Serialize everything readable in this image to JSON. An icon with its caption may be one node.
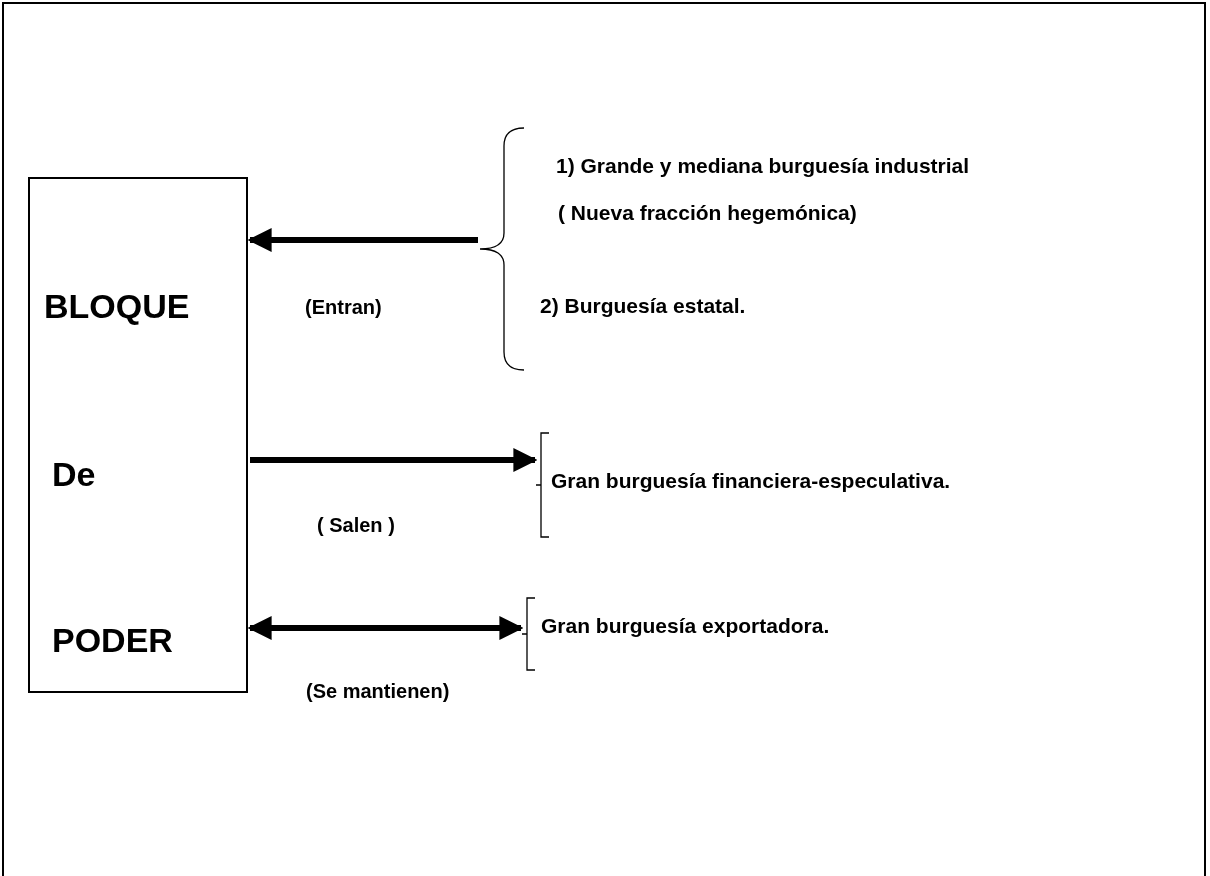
{
  "diagram": {
    "nodes": [
      {
        "text": [
          "BLOQUE",
          "De",
          "PODER"
        ]
      },
      {
        "text": [
          "1) Grande y mediana burguesía industrial",
          "( Nueva fracción hegemónica)",
          "2) Burguesía estatal."
        ]
      },
      {
        "text": [
          "Gran burguesía financiera-especulativa."
        ]
      },
      {
        "text": [
          "Gran burguesía exportadora."
        ]
      }
    ],
    "edges": [
      {
        "from": 1,
        "to": 0,
        "arrow": "to",
        "label": "(Entran)"
      },
      {
        "from": 0,
        "to": 2,
        "arrow": "to",
        "label": "( Salen )"
      },
      {
        "from": 0,
        "to": 3,
        "arrow": "both",
        "label": "(Se mantienen)"
      }
    ]
  }
}
